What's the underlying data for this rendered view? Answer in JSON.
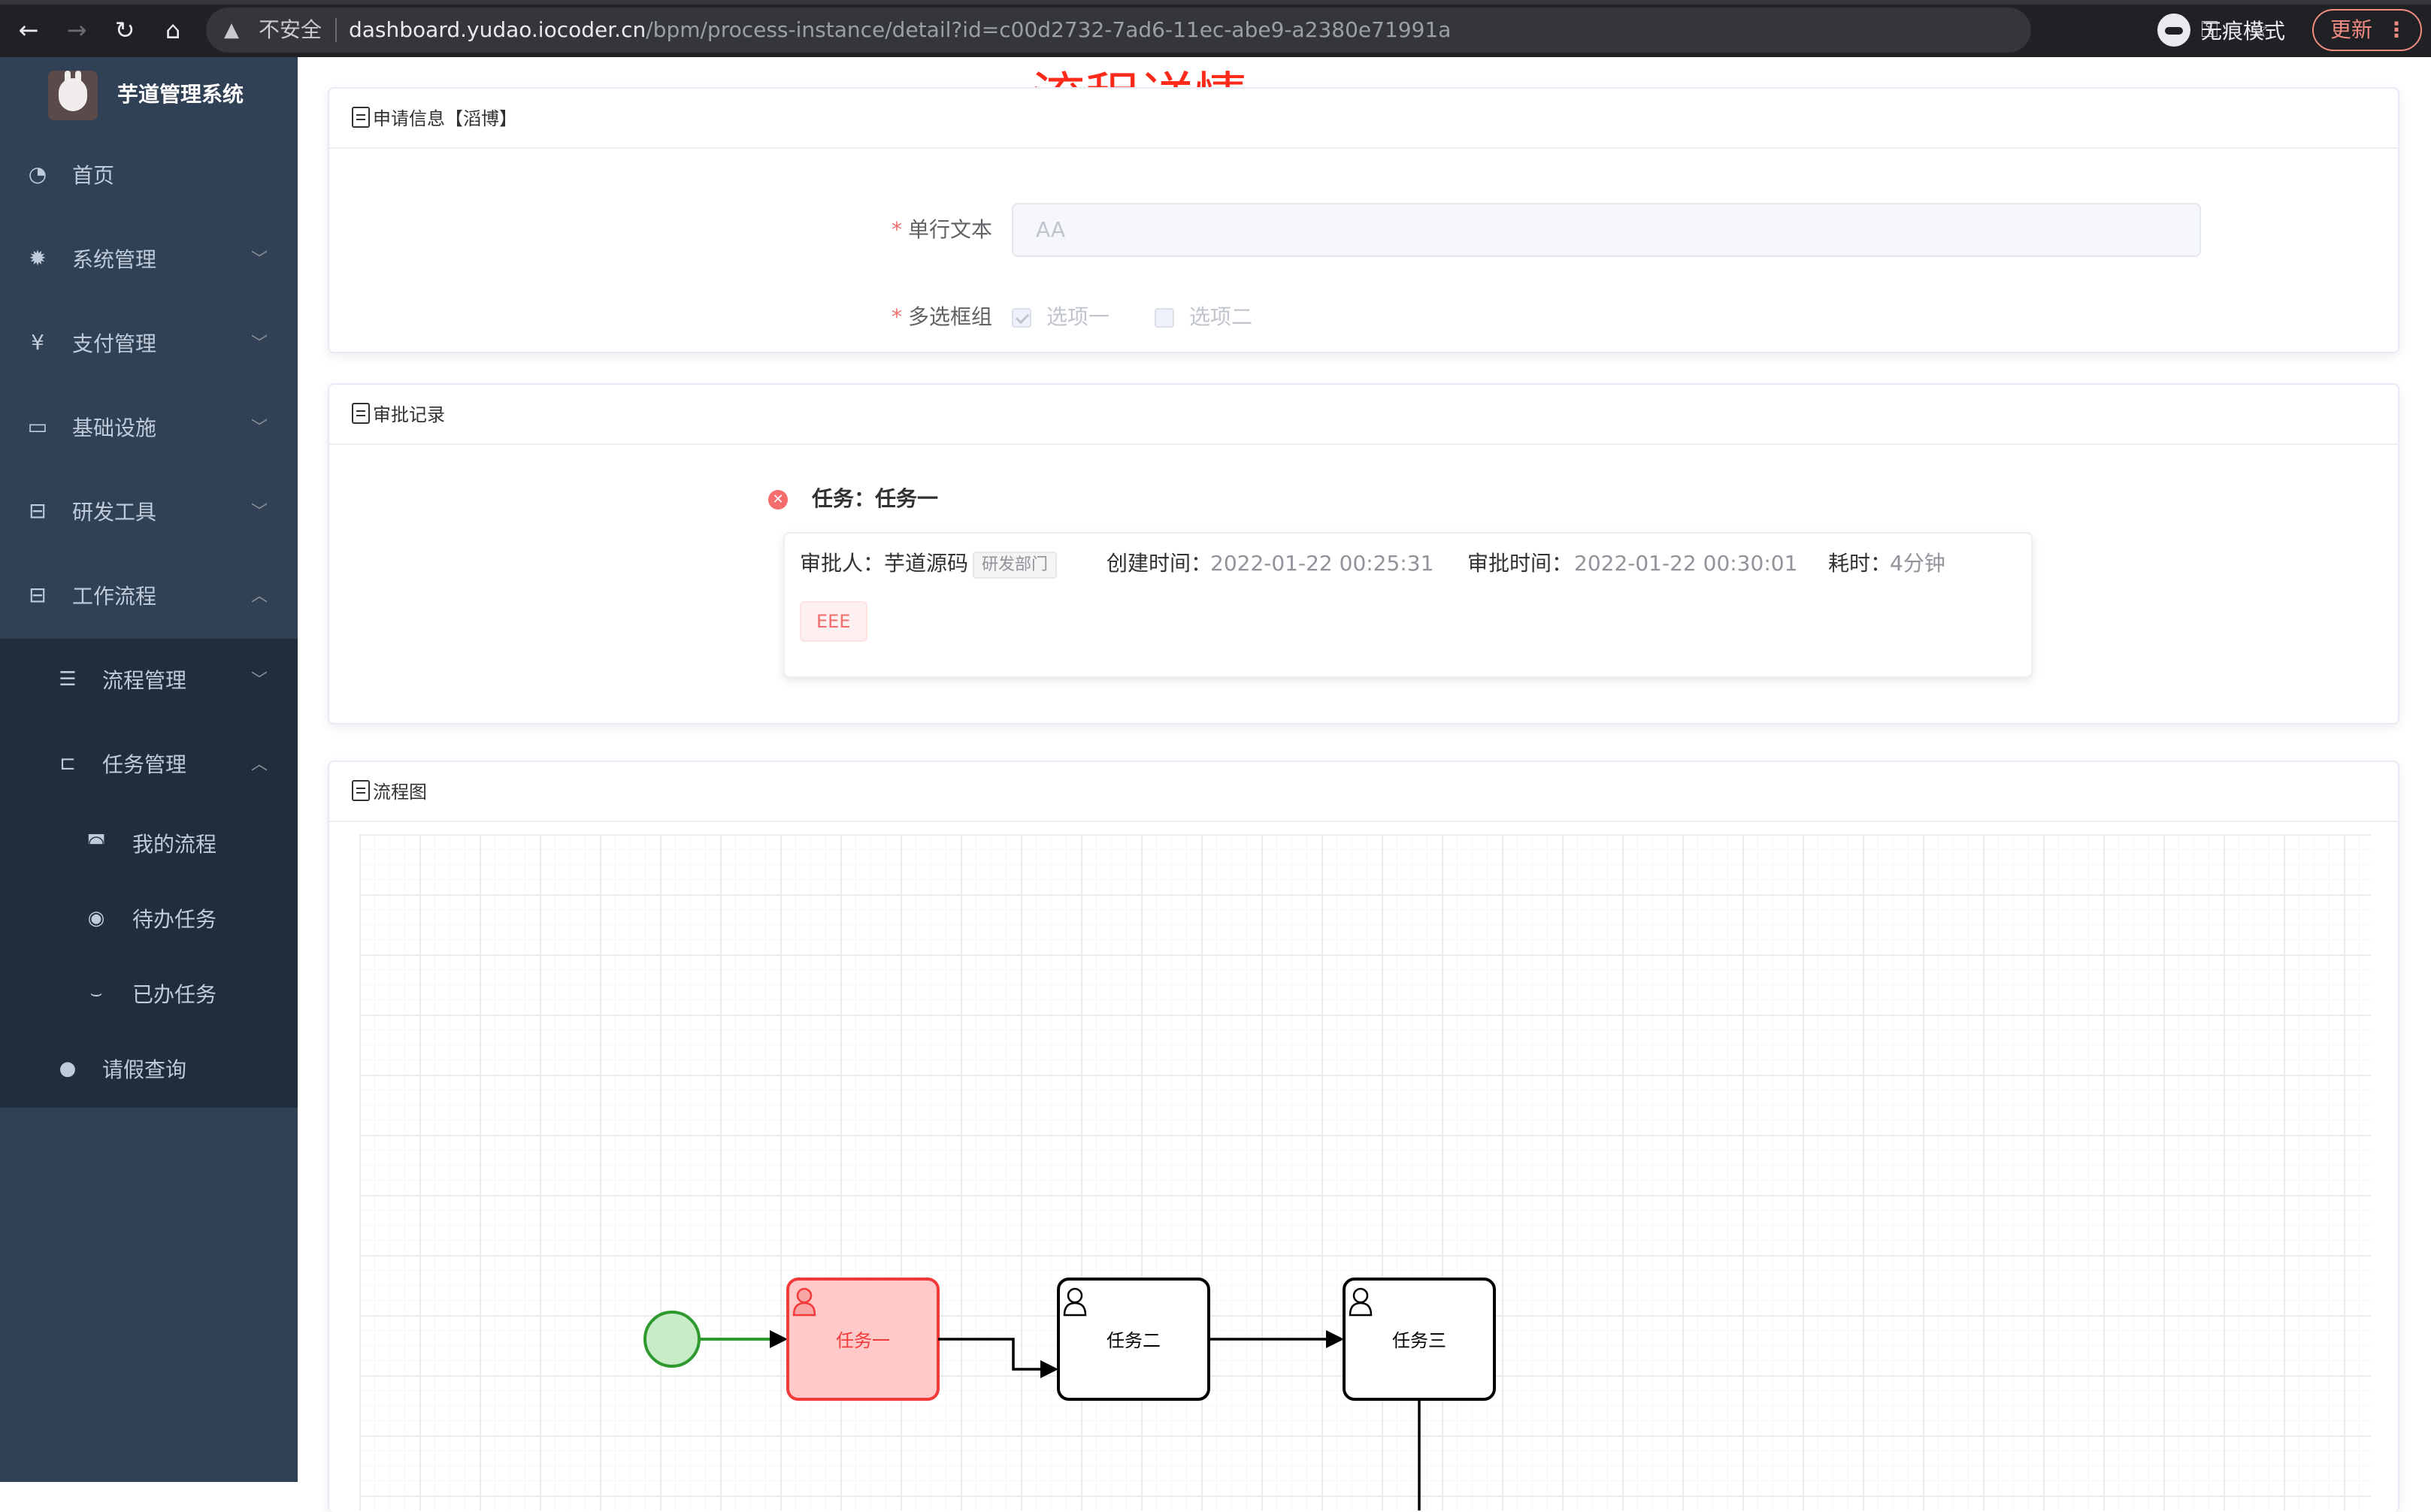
{
  "browser": {
    "insecure_label": "不安全",
    "url_host": "dashboard.yudao.iocoder.cn",
    "url_path": "/bpm/process-instance/detail?id=c00d2732-7ad6-11ec-abe9-a2380e71991a",
    "incognito_label": "无痕模式",
    "update_label": "更新"
  },
  "sidebar": {
    "brand_title": "芋道管理系统",
    "items": [
      {
        "label": "首页",
        "icon": "dashboard-icon"
      },
      {
        "label": "系统管理",
        "icon": "gear-icon"
      },
      {
        "label": "支付管理",
        "icon": "yen-icon"
      },
      {
        "label": "基础设施",
        "icon": "monitor-icon"
      },
      {
        "label": "研发工具",
        "icon": "toolbox-icon"
      },
      {
        "label": "工作流程",
        "icon": "workflow-icon"
      }
    ],
    "sub_items": [
      {
        "label": "流程管理",
        "icon": "list-icon"
      },
      {
        "label": "任务管理",
        "icon": "tree-icon"
      },
      {
        "label": "我的流程",
        "icon": "chat-icon"
      },
      {
        "label": "待办任务",
        "icon": "eye-icon"
      },
      {
        "label": "已办任务",
        "icon": "eye-closed-icon"
      },
      {
        "label": "请假查询",
        "icon": "user-icon"
      }
    ]
  },
  "page": {
    "title": "流程详情"
  },
  "apply_info": {
    "header": "申请信息【滔博】",
    "text_label": "单行文本",
    "text_value": "AA",
    "checkbox_label": "多选框组",
    "options": [
      {
        "label": "选项一",
        "checked": true
      },
      {
        "label": "选项二",
        "checked": false
      }
    ]
  },
  "approval": {
    "header": "审批记录",
    "task_title": "任务：任务一",
    "approver_label": "审批人：",
    "approver": "芋道源码",
    "dept": "研发部门",
    "created_label": "创建时间：",
    "created": "2022-01-22 00:25:31",
    "approved_label": "审批时间：",
    "approved": "2022-01-22 00:30:01",
    "duration_label": "耗时：",
    "duration": "4分钟",
    "reason": "EEE",
    "status_color": "#f56c6c"
  },
  "diagram": {
    "header": "流程图",
    "tasks": [
      {
        "label": "任务一",
        "state": "rejected"
      },
      {
        "label": "任务二",
        "state": "pending"
      },
      {
        "label": "任务三",
        "state": "pending"
      }
    ],
    "colors": {
      "start": "#2e9a2e",
      "rejected": "#f23a3a",
      "normal": "#000000"
    }
  }
}
